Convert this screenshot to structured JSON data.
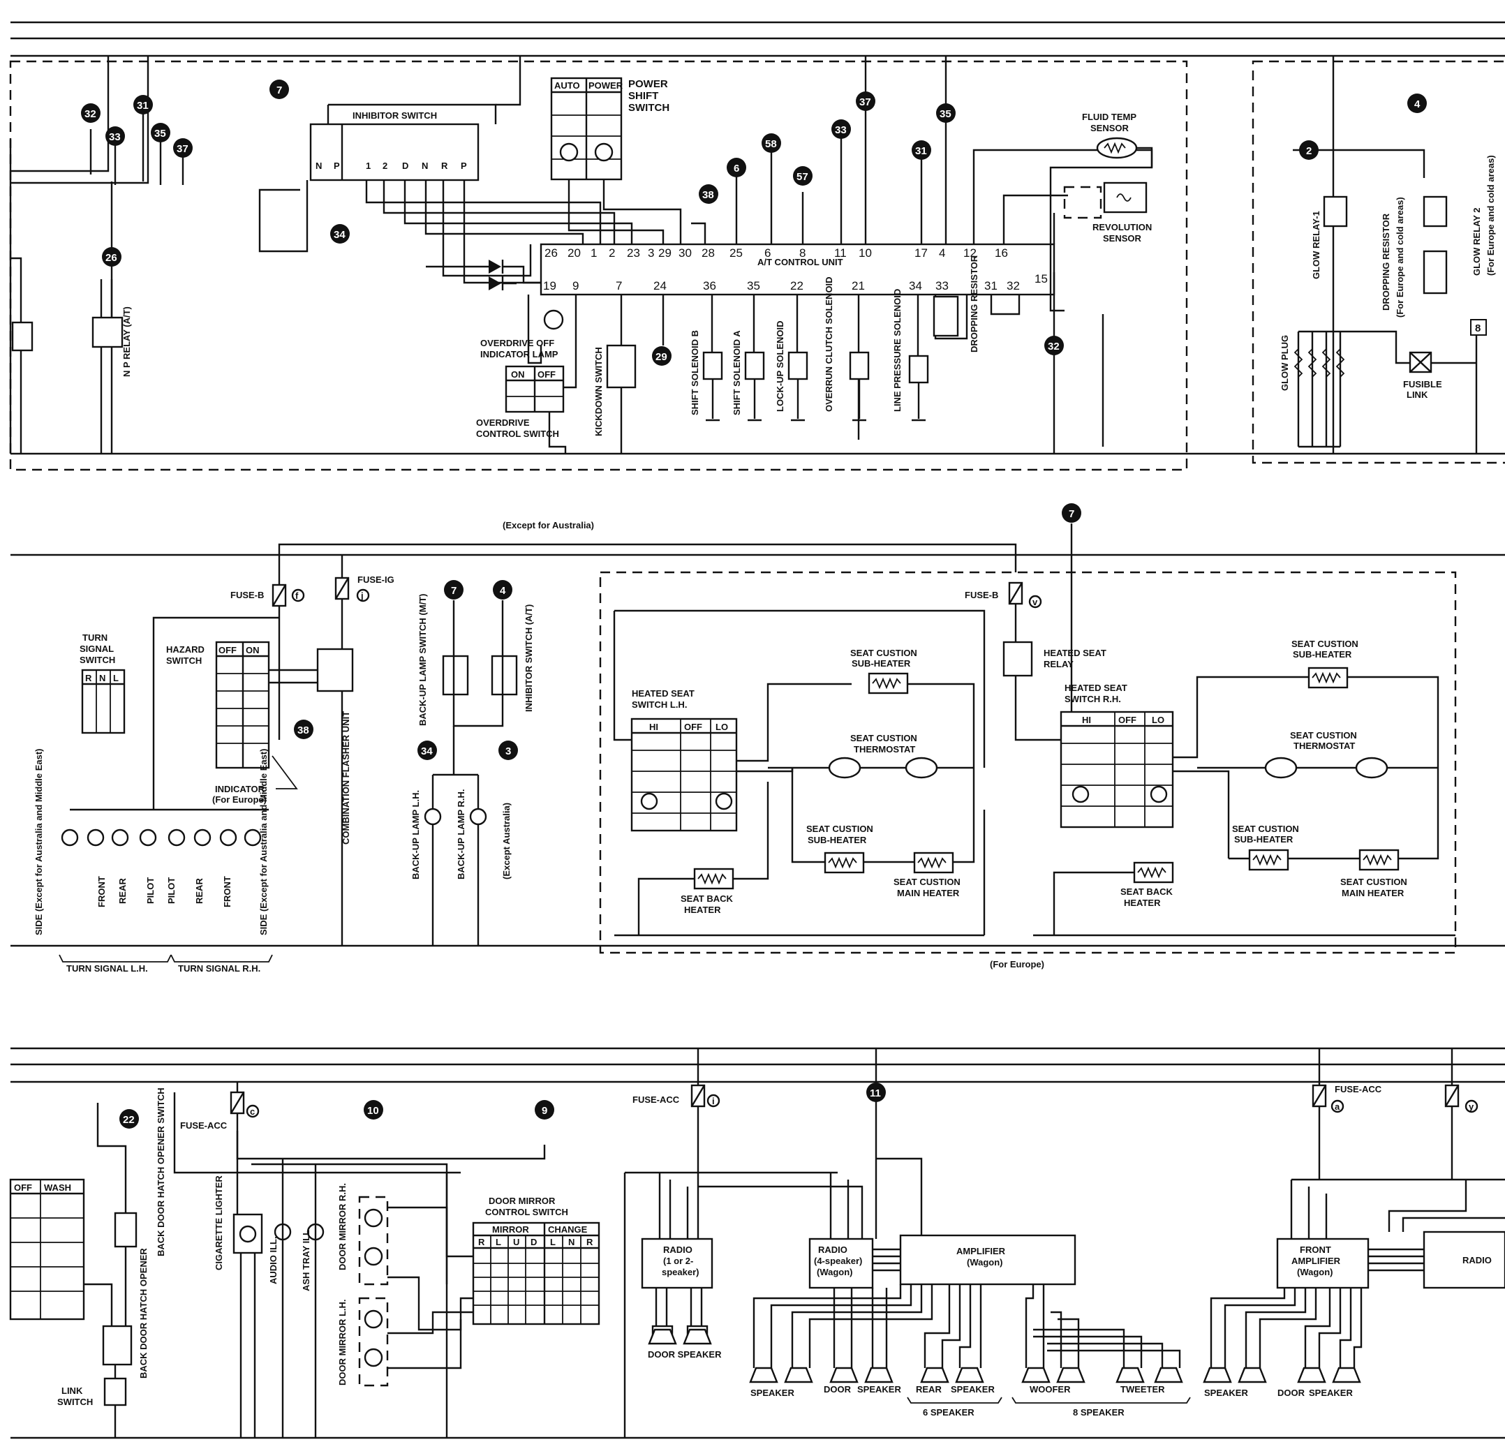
{
  "section1": {
    "at_unit": {
      "title": "A/T CONTROL UNIT",
      "top_pins": [
        "26",
        "20",
        "1",
        "2",
        "23",
        "3",
        "29",
        "30",
        "28",
        "25",
        "6",
        "8",
        "11",
        "10",
        "17",
        "4",
        "12",
        "16"
      ],
      "bottom_pins": [
        "19",
        "9",
        "7",
        "24",
        "36",
        "35",
        "22",
        "21",
        "34",
        "33",
        "31",
        "32"
      ],
      "right_pin": "15"
    },
    "inhibitor_switch": {
      "label": "INHIBITOR SWITCH",
      "positions": [
        "N",
        "P",
        "1",
        "2",
        "D",
        "N",
        "R",
        "P"
      ]
    },
    "power_shift": {
      "label_1": "POWER",
      "label_2": "SHIFT",
      "label_3": "SWITCH",
      "cols": [
        "AUTO",
        "POWER"
      ]
    },
    "fluid_temp": {
      "label_1": "FLUID TEMP",
      "label_2": "SENSOR"
    },
    "revolution": {
      "label_1": "REVOLUTION",
      "label_2": "SENSOR"
    },
    "od_lamp": {
      "label_1": "OVERDRIVE OFF",
      "label_2": "INDICATOR LAMP"
    },
    "od_switch": {
      "label_1": "OVERDRIVE",
      "label_2": "CONTROL SWITCH",
      "cols": [
        "ON",
        "OFF"
      ]
    },
    "kickdown": "KICKDOWN SWITCH",
    "solenoids": [
      "SHIFT SOLENOID B",
      "SHIFT SOLENOID A",
      "LOCK-UP SOLENOID",
      "OVERRUN CLUTCH SOLENOID",
      "LINE PRESSURE SOLENOID"
    ],
    "dropping_resistor": "DROPPING RESISTOR",
    "np_relay": "N P RELAY (A/T)",
    "glow_relay_1": "GLOW RELAY-1",
    "glow_relay_2": "GLOW RELAY 2",
    "glow_relay_2_note": "(For Europe and cold areas)",
    "glow_resistor": "DROPPING RESISTOR",
    "glow_resistor_note": "(For Europe and cold areas)",
    "glow_plug": "GLOW PLUG",
    "fusible_link": {
      "label_1": "FUSIBLE",
      "label_2": "LINK"
    },
    "refs": [
      "32",
      "31",
      "33",
      "35",
      "37",
      "7",
      "37",
      "33",
      "35",
      "58",
      "6",
      "57",
      "38",
      "31",
      "34",
      "26",
      "29",
      "32",
      "4",
      "2",
      "8"
    ]
  },
  "section2": {
    "turn_signal_switch": {
      "label_1": "TURN",
      "label_2": "SIGNAL",
      "label_3": "SWITCH",
      "cols": [
        "R",
        "N",
        "L"
      ]
    },
    "hazard_switch": {
      "label_1": "HAZARD",
      "label_2": "SWITCH",
      "cols": [
        "OFF",
        "ON"
      ]
    },
    "fuse_b": "FUSE-B",
    "fuse_ig": "FUSE-IG",
    "fuse_b_letter": "f",
    "fuse_ig_letter": "j",
    "except_australia_top": "(Except for Australia)",
    "combination_flasher": "COMBINATION FLASHER UNIT",
    "indicator": "INDICATOR",
    "indicator_note": "(For Europe)",
    "lamps": [
      "SIDE (Except for Australia and Middle East)",
      "FRONT",
      "REAR",
      "PILOT",
      "PILOT",
      "REAR",
      "FRONT",
      "SIDE (Except for Australia and Middle East)"
    ],
    "turn_lh": "TURN SIGNAL L.H.",
    "turn_rh": "TURN SIGNAL R.H.",
    "backup_switch_mt": "BACK-UP LAMP SWITCH (M/T)",
    "inhibitor_at": "INHIBITOR SWITCH (A/T)",
    "backup_lh": "BACK-UP LAMP L.H.",
    "backup_rh": "BACK-UP LAMP R.H.",
    "except_australia_bottom": "(Except Australia)",
    "fuse_b2": "FUSE-B",
    "fuse_b2_letter": "v",
    "heated_relay": {
      "label_1": "HEATED SEAT",
      "label_2": "RELAY"
    },
    "seat_lh": {
      "label_1": "HEATED SEAT",
      "label_2": "SWITCH L.H.",
      "cols": [
        "HI",
        "OFF",
        "LO"
      ]
    },
    "seat_rh": {
      "label_1": "HEATED SEAT",
      "label_2": "SWITCH R.H.",
      "cols": [
        "HI",
        "OFF",
        "LO"
      ]
    },
    "sub_heater_1": "SEAT CUSTION",
    "sub_heater_2": "SUB-HEATER",
    "thermostat_1": "SEAT CUSTION",
    "thermostat_2": "THERMOSTAT",
    "main_heater_1": "SEAT CUSTION",
    "main_heater_2": "MAIN HEATER",
    "back_heater_1": "SEAT BACK",
    "back_heater_2": "HEATER",
    "for_europe": "(For Europe)",
    "refs": [
      "7",
      "4",
      "7",
      "38",
      "34",
      "3"
    ]
  },
  "section3": {
    "wiper_cols": [
      "OFF",
      "WASH"
    ],
    "fuse_acc_1": "FUSE-ACC",
    "fuse_acc_1_letter": "c",
    "fuse_acc_2": "FUSE-ACC",
    "fuse_acc_2_letter": "i",
    "fuse_acc_3": "FUSE-ACC",
    "fuse_acc_3_letter": "a",
    "fuse_y_letter": "y",
    "back_door_switch": "BACK DOOR HATCH OPENER SWITCH",
    "back_door_opener": "BACK DOOR HATCH OPENER",
    "link_switch": {
      "label_1": "LINK",
      "label_2": "SWITCH"
    },
    "cigarette": "CIGARETTE LIGHTER",
    "audio_ill": "AUDIO ILL.",
    "ash_tray": "ASH TRAY ILL.",
    "mirror_rh": "DOOR MIRROR R.H.",
    "mirror_lh": "DOOR MIRROR L.H.",
    "mirror_switch": {
      "label_1": "DOOR MIRROR",
      "label_2": "CONTROL SWITCH",
      "group_1": "MIRROR",
      "group_2": "CHANGE",
      "cols": [
        "R",
        "L",
        "U",
        "D",
        "L",
        "N",
        "R"
      ]
    },
    "radio_1": {
      "label_1": "RADIO",
      "label_2": "(1 or 2-",
      "label_3": "speaker)"
    },
    "radio_4": {
      "label_1": "RADIO",
      "label_2": "(4-speaker)",
      "label_3": "(Wagon)"
    },
    "amplifier": {
      "label_1": "AMPLIFIER",
      "label_2": "(Wagon)"
    },
    "front_amp": {
      "label_1": "FRONT",
      "label_2": "AMPLIFIER",
      "label_3": "(Wagon)"
    },
    "radio_right": "RADIO",
    "door_speaker": "DOOR SPEAKER",
    "speaker": "SPEAKER",
    "door": "DOOR",
    "rear": "REAR",
    "woofer": "WOOFER",
    "tweeter": "TWEETER",
    "six_speaker": "6 SPEAKER",
    "eight_speaker": "8 SPEAKER",
    "refs": [
      "22",
      "10",
      "9",
      "11"
    ]
  }
}
